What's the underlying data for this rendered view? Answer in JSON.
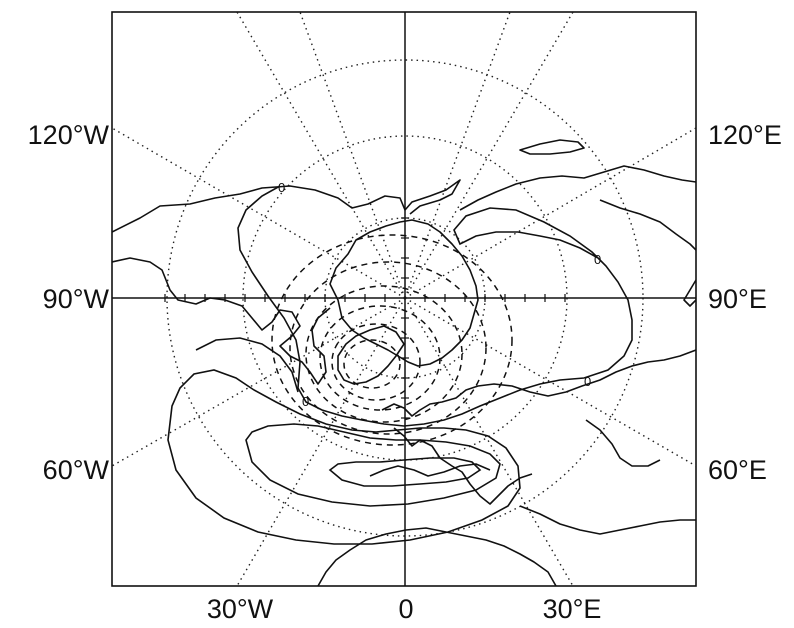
{
  "map": {
    "projection": "polar-stereographic",
    "center": "North Pole",
    "meridian_labels": {
      "left": [
        "120°W",
        "90°W",
        "60°W"
      ],
      "right": [
        "120°E",
        "90°E",
        "60°E"
      ],
      "bottom": [
        "30°W",
        "0",
        "30°E"
      ]
    },
    "contour_labels": [
      "0",
      "0",
      "0",
      "0"
    ],
    "line_color": "#111111",
    "background": "#ffffff"
  }
}
